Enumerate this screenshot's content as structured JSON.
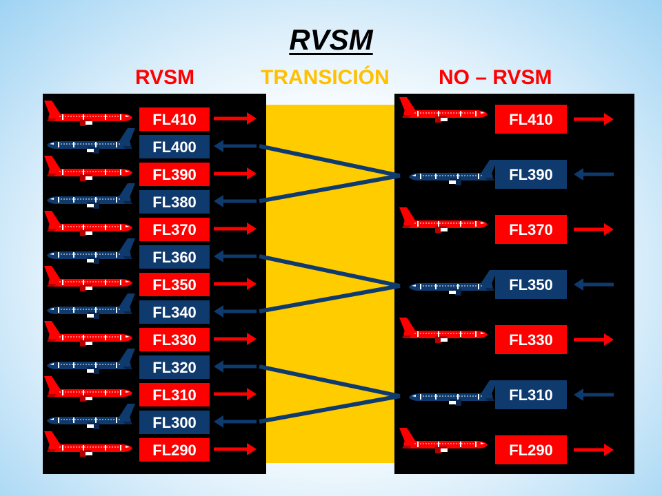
{
  "title": "RVSM",
  "headers": {
    "rvsm": "RVSM",
    "transition": "TRANSICIÓN",
    "non_rvsm": "NO – RVSM"
  },
  "colors": {
    "red": "#ff0000",
    "navy": "#0f3a6e",
    "yellow": "#ffcc00",
    "panel": "#000000"
  },
  "rvsm_levels": [
    {
      "label": "FL410",
      "direction": "east"
    },
    {
      "label": "FL400",
      "direction": "west"
    },
    {
      "label": "FL390",
      "direction": "east"
    },
    {
      "label": "FL380",
      "direction": "west"
    },
    {
      "label": "FL370",
      "direction": "east"
    },
    {
      "label": "FL360",
      "direction": "west"
    },
    {
      "label": "FL350",
      "direction": "east"
    },
    {
      "label": "FL340",
      "direction": "west"
    },
    {
      "label": "FL330",
      "direction": "east"
    },
    {
      "label": "FL320",
      "direction": "west"
    },
    {
      "label": "FL310",
      "direction": "east"
    },
    {
      "label": "FL300",
      "direction": "west"
    },
    {
      "label": "FL290",
      "direction": "east"
    }
  ],
  "non_rvsm_levels": [
    {
      "label": "FL410",
      "direction": "east"
    },
    {
      "label": "FL390",
      "direction": "west"
    },
    {
      "label": "FL370",
      "direction": "east"
    },
    {
      "label": "FL350",
      "direction": "west"
    },
    {
      "label": "FL330",
      "direction": "east"
    },
    {
      "label": "FL310",
      "direction": "west"
    },
    {
      "label": "FL290",
      "direction": "east"
    }
  ],
  "transitions": [
    {
      "from": [
        "FL400",
        "FL380"
      ],
      "to": "FL390"
    },
    {
      "from": [
        "FL360",
        "FL340"
      ],
      "to": "FL350"
    },
    {
      "from": [
        "FL320",
        "FL300"
      ],
      "to": "FL310"
    }
  ]
}
